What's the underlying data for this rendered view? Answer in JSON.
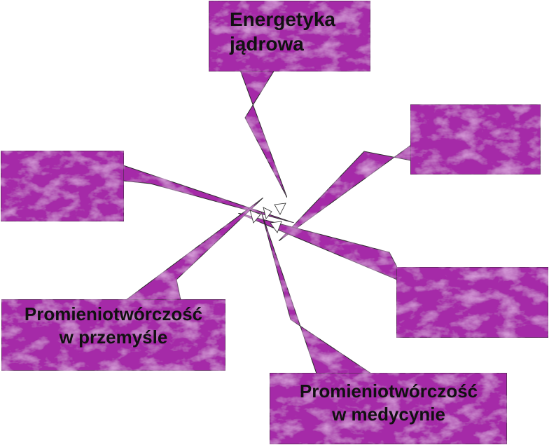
{
  "colors": {
    "fill": "#a52ca8",
    "fill_light": "#c463c6",
    "stroke": "#2a2a2a",
    "text": "#111111"
  },
  "callouts": [
    {
      "id": "energetyka",
      "lines": [
        "Energetyka",
        "jądrowa"
      ]
    },
    {
      "id": "empty-right-top",
      "lines": []
    },
    {
      "id": "empty-left",
      "lines": []
    },
    {
      "id": "empty-right-bottom",
      "lines": []
    },
    {
      "id": "przemysl",
      "lines": [
        "Promieniotwórczość",
        "w przemyśle"
      ]
    },
    {
      "id": "medycyna",
      "lines": [
        "Promieniotwórczość",
        "w medycynie"
      ]
    }
  ]
}
